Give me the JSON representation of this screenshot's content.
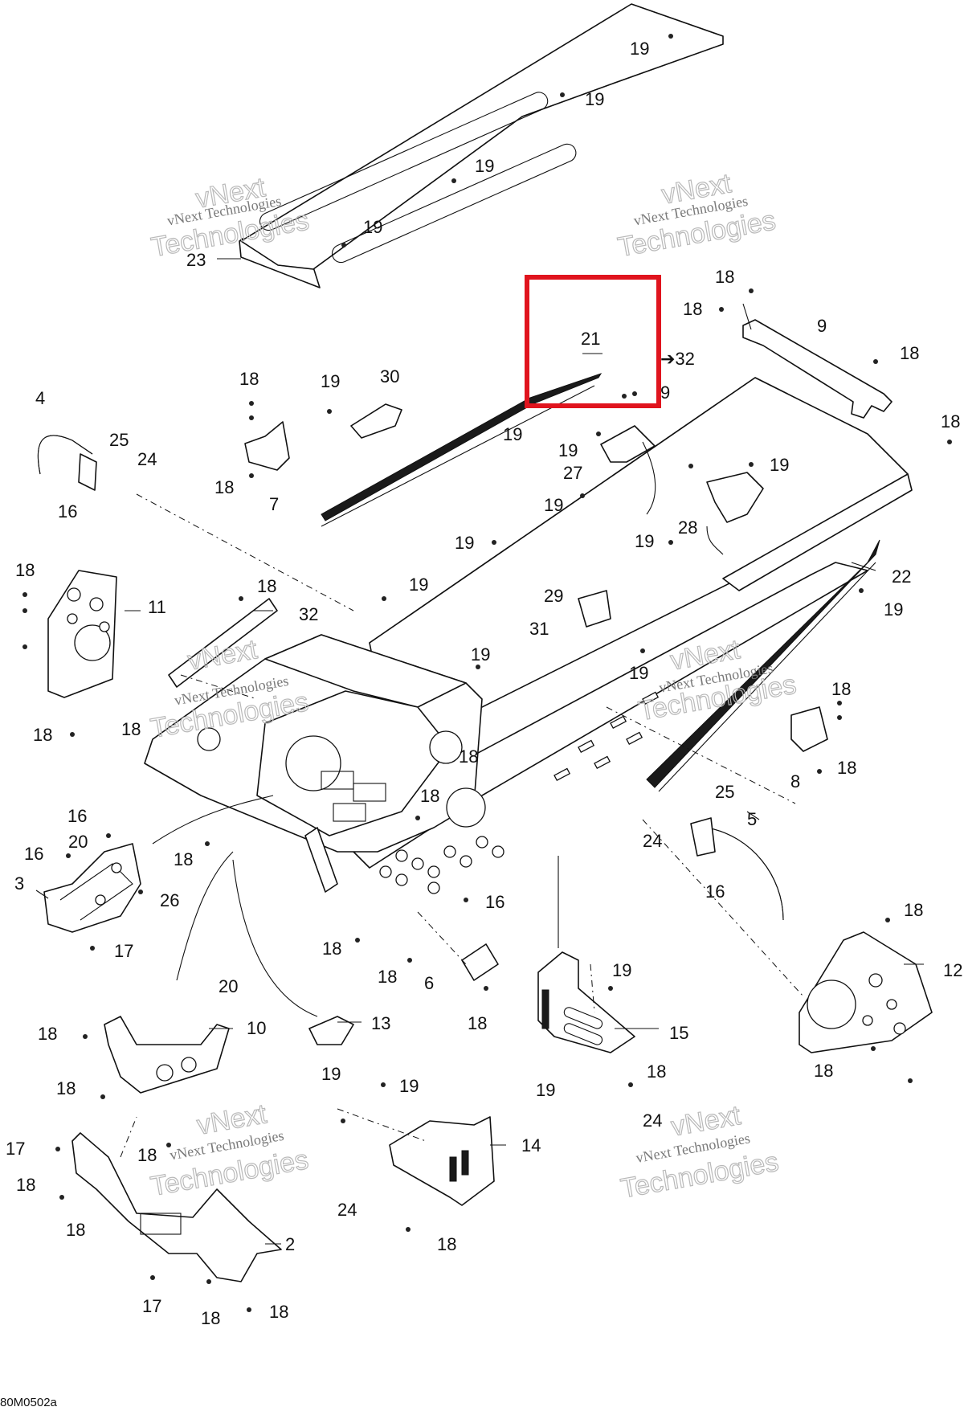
{
  "labels": [
    {
      "id": "19-a",
      "text": "19"
    },
    {
      "id": "19-b",
      "text": "19"
    },
    {
      "id": "19-c",
      "text": "19"
    },
    {
      "id": "19-d",
      "text": "19"
    },
    {
      "id": "23",
      "text": "23"
    },
    {
      "id": "18-a",
      "text": "18"
    },
    {
      "id": "18-b",
      "text": "18"
    },
    {
      "id": "9-a",
      "text": "9"
    },
    {
      "id": "21",
      "text": "21"
    },
    {
      "id": "32-arrow",
      "text": "➔32"
    },
    {
      "id": "9-b",
      "text": "9"
    },
    {
      "id": "18-c",
      "text": "18"
    },
    {
      "id": "18-d",
      "text": "18"
    },
    {
      "id": "4",
      "text": "4"
    },
    {
      "id": "25-a",
      "text": "25"
    },
    {
      "id": "24-a",
      "text": "24"
    },
    {
      "id": "16-a",
      "text": "16"
    },
    {
      "id": "18-e",
      "text": "18"
    },
    {
      "id": "18-f",
      "text": "18"
    },
    {
      "id": "7",
      "text": "7"
    },
    {
      "id": "19-e",
      "text": "19"
    },
    {
      "id": "30",
      "text": "30"
    },
    {
      "id": "19-f",
      "text": "19"
    },
    {
      "id": "19-g",
      "text": "19"
    },
    {
      "id": "27",
      "text": "27"
    },
    {
      "id": "19-h",
      "text": "19"
    },
    {
      "id": "19-i",
      "text": "19"
    },
    {
      "id": "28",
      "text": "28"
    },
    {
      "id": "19-j",
      "text": "19"
    },
    {
      "id": "19-k",
      "text": "19"
    },
    {
      "id": "29",
      "text": "29"
    },
    {
      "id": "31",
      "text": "31"
    },
    {
      "id": "22",
      "text": "22"
    },
    {
      "id": "19-l",
      "text": "19"
    },
    {
      "id": "18-g",
      "text": "18"
    },
    {
      "id": "11",
      "text": "11"
    },
    {
      "id": "18-h",
      "text": "18"
    },
    {
      "id": "18-i",
      "text": "18"
    },
    {
      "id": "32",
      "text": "32"
    },
    {
      "id": "19-m",
      "text": "19"
    },
    {
      "id": "19-n",
      "text": "19"
    },
    {
      "id": "19-o",
      "text": "19"
    },
    {
      "id": "18-j",
      "text": "18"
    },
    {
      "id": "18-k",
      "text": "18"
    },
    {
      "id": "8",
      "text": "8"
    },
    {
      "id": "18-l",
      "text": "18"
    },
    {
      "id": "18-m",
      "text": "18"
    },
    {
      "id": "18-n",
      "text": "18"
    },
    {
      "id": "25-b",
      "text": "25"
    },
    {
      "id": "5",
      "text": "5"
    },
    {
      "id": "24-b",
      "text": "24"
    },
    {
      "id": "16-b",
      "text": "16"
    },
    {
      "id": "16-c",
      "text": "16"
    },
    {
      "id": "16-d",
      "text": "16"
    },
    {
      "id": "20-a",
      "text": "20"
    },
    {
      "id": "3",
      "text": "3"
    },
    {
      "id": "26",
      "text": "26"
    },
    {
      "id": "17-a",
      "text": "17"
    },
    {
      "id": "18-o",
      "text": "18"
    },
    {
      "id": "16-e",
      "text": "16"
    },
    {
      "id": "18-p",
      "text": "18"
    },
    {
      "id": "18-q",
      "text": "18"
    },
    {
      "id": "6",
      "text": "6"
    },
    {
      "id": "18-r",
      "text": "18"
    },
    {
      "id": "19-p",
      "text": "19"
    },
    {
      "id": "15",
      "text": "15"
    },
    {
      "id": "18-s",
      "text": "18"
    },
    {
      "id": "12",
      "text": "12"
    },
    {
      "id": "18-t",
      "text": "18"
    },
    {
      "id": "18-u",
      "text": "18"
    },
    {
      "id": "20-b",
      "text": "20"
    },
    {
      "id": "18-v",
      "text": "18"
    },
    {
      "id": "10",
      "text": "10"
    },
    {
      "id": "13",
      "text": "13"
    },
    {
      "id": "19-q",
      "text": "19"
    },
    {
      "id": "18-w",
      "text": "18"
    },
    {
      "id": "19-r",
      "text": "19"
    },
    {
      "id": "19-s",
      "text": "19"
    },
    {
      "id": "24-c",
      "text": "24"
    },
    {
      "id": "17-b",
      "text": "17"
    },
    {
      "id": "18-x",
      "text": "18"
    },
    {
      "id": "14",
      "text": "14"
    },
    {
      "id": "18-y",
      "text": "18"
    },
    {
      "id": "24-d",
      "text": "24"
    },
    {
      "id": "18-z",
      "text": "18"
    },
    {
      "id": "2",
      "text": "2"
    },
    {
      "id": "18-aa",
      "text": "18"
    },
    {
      "id": "17-c",
      "text": "17"
    },
    {
      "id": "18-ab",
      "text": "18"
    },
    {
      "id": "18-ac",
      "text": "18"
    }
  ],
  "watermark": {
    "line1": "vNext Technologies",
    "line2": "Technologies",
    "line0": "vNext"
  },
  "footer": {
    "code": "80M0502a"
  },
  "highlight": {
    "color": "#e0141e",
    "target": "21"
  },
  "colors": {
    "line": "#111111",
    "watermark": "#b9b9b9"
  }
}
